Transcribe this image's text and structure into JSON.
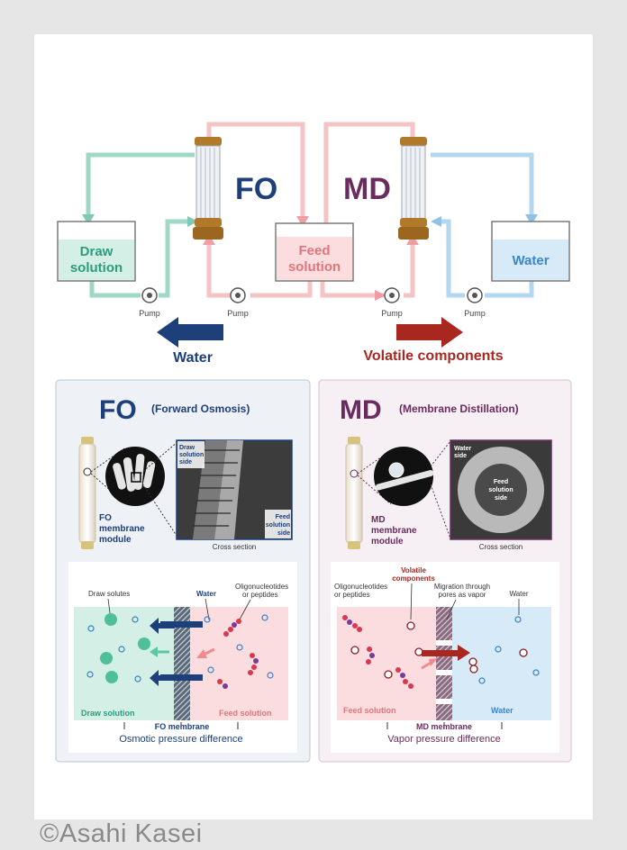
{
  "top": {
    "fo_title": "FO",
    "md_title": "MD",
    "draw_solution_line1": "Draw",
    "draw_solution_line2": "solution",
    "feed_solution_line1": "Feed",
    "feed_solution_line2": "solution",
    "water_tank": "Water",
    "pump_label": "Pump",
    "water_arrow_label": "Water",
    "volatile_arrow_label": "Volatile components"
  },
  "fo_panel": {
    "abbr": "FO",
    "full": "(Forward Osmosis)",
    "module_line1": "FO",
    "module_line2": "membrane",
    "module_line3": "module",
    "sem_draw_line1": "Draw",
    "sem_draw_line2": "solution",
    "sem_draw_line3": "side",
    "sem_feed_line1": "Feed",
    "sem_feed_line2": "solution",
    "sem_feed_line3": "side",
    "cross_section": "Cross section",
    "draw_solutes": "Draw solutes",
    "water": "Water",
    "oligo_line1": "Oligonucleotides",
    "oligo_line2": "or peptides",
    "draw_solution": "Draw solution",
    "feed_solution": "Feed solution",
    "membrane": "FO membrane",
    "driving_force": "Osmotic pressure difference"
  },
  "md_panel": {
    "abbr": "MD",
    "full": "(Membrane Distillation)",
    "module_line1": "MD",
    "module_line2": "membrane",
    "module_line3": "module",
    "sem_water_line1": "Water",
    "sem_water_line2": "side",
    "sem_feed_line1": "Feed",
    "sem_feed_line2": "solution",
    "sem_feed_line3": "side",
    "cross_section": "Cross section",
    "oligo_line1": "Oligonucleotides",
    "oligo_line2": "or peptides",
    "volatile_line1": "Volatile",
    "volatile_line2": "components",
    "migration_line1": "Migration through",
    "migration_line2": "pores as vapor",
    "water": "Water",
    "feed_solution": "Feed solution",
    "water_side": "Water",
    "membrane": "MD membrane",
    "driving_force": "Vapor pressure difference"
  },
  "copyright": "©Asahi Kasei",
  "colors": {
    "fo_blue": "#1d3f7a",
    "md_purple": "#6a2c5e",
    "teal": "#2e9c7c",
    "pink_pipe": "#f1bcbf",
    "blue_pipe": "#aad3ee",
    "dark_red": "#a82820",
    "draw_fill": "#d4efe6",
    "feed_fill": "#fbdddf",
    "water_fill": "#d6eaf8"
  }
}
